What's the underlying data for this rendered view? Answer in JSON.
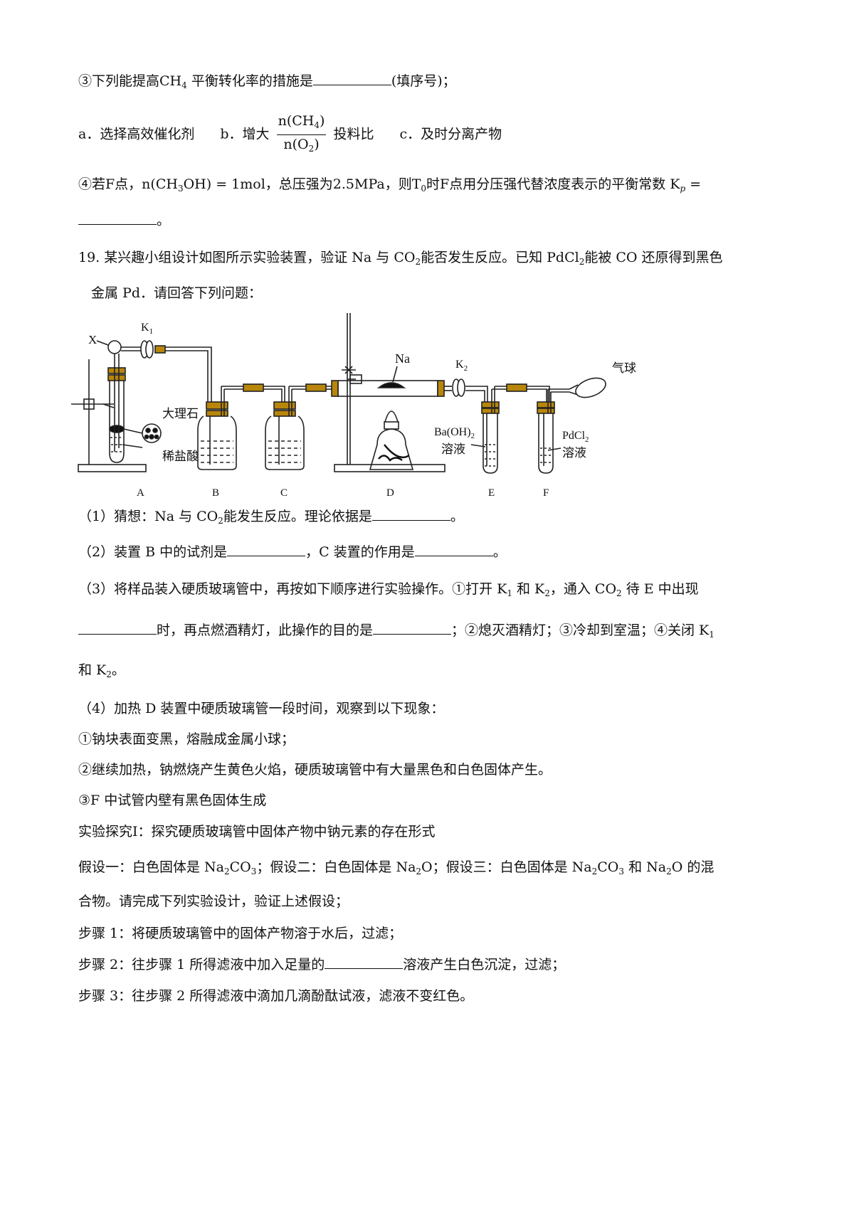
{
  "q18": {
    "item3_text_before": "③下列能提高",
    "item3_species": "CH",
    "item3_species_sub": "4",
    "item3_text_after": "平衡转化率的措施是",
    "item3_suffix": "(填序号)；",
    "option_a": "a．选择高效催化剂",
    "option_b_prefix": "b．增大",
    "option_b_num": "n(CH",
    "option_b_num_sub": "4",
    "option_b_num_close": ")",
    "option_b_den": "n(O",
    "option_b_den_sub": "2",
    "option_b_den_close": ")",
    "option_b_suffix": "投料比",
    "option_c": "c．及时分离产物",
    "item4_text1": "④若F点，n(CH",
    "item4_sub1": "3",
    "item4_text2": "OH) = 1mol，总压强为2.5MPa，则T",
    "item4_sub2": "0",
    "item4_text3": "时F点用分压强代替浓度表示的平衡常数 K",
    "item4_sub3": "p",
    "item4_text4": " =",
    "item4_end": "。"
  },
  "q19": {
    "intro1_a": "19. 某兴趣小组设计如图所示实验装置，验证 Na 与 CO",
    "intro1_sub1": "2",
    "intro1_b": "能否发生反应。已知 PdCl",
    "intro1_sub2": "2",
    "intro1_c": "能被 CO 还原得到黑色",
    "intro2": "金属 Pd．请回答下列问题：",
    "figure": {
      "label_x": "X",
      "label_k1": "K",
      "label_k1_sub": "1",
      "label_marble": "大理石",
      "label_hcl": "稀盐酸",
      "label_na": "Na",
      "label_k2": "K",
      "label_k2_sub": "2",
      "label_balloon": "气球",
      "label_baoh2": "Ba(OH)",
      "label_baoh2_sub": "2",
      "label_solution_e": "溶液",
      "label_pdcl2": "PdCl",
      "label_pdcl2_sub": "2",
      "label_solution_f": "溶液",
      "letters": [
        "A",
        "B",
        "C",
        "D",
        "E",
        "F"
      ]
    },
    "p1_a": "（1）猜想：Na 与 CO",
    "p1_sub": "2",
    "p1_b": "能发生反应。理论依据是",
    "p1_end": "。",
    "p2_a": "（2）装置 B 中的试剂是",
    "p2_b": "，C 装置的作用是",
    "p2_end": "。",
    "p3_a": "（3）将样品装入硬质玻璃管中，再按如下顺序进行实验操作。①打开 K",
    "p3_sub1": "1",
    "p3_b": " 和 K",
    "p3_sub2": "2",
    "p3_c": "，通入 CO",
    "p3_sub3": "2",
    "p3_d": " 待 E 中出现",
    "p3_line2_a": "时，再点燃酒精灯，此操作的目的是",
    "p3_line2_b": "；②熄灭酒精灯；③冷却到室温；④关闭 K",
    "p3_line2_sub": "1",
    "p3_line3_a": "和 K",
    "p3_line3_sub": "2",
    "p3_line3_end": "。",
    "p4": "（4）加热 D 装置中硬质玻璃管一段时间，观察到以下现象：",
    "obs1": "①钠块表面变黑，熔融成金属小球；",
    "obs2": "②继续加热，钠燃烧产生黄色火焰，硬质玻璃管中有大量黑色和白色固体产生。",
    "obs3": "③F 中试管内壁有黑色固体生成",
    "explore": "实验探究Ⅰ：探究硬质玻璃管中固体产物中钠元素的存在形式",
    "hyp_a": "假设一：白色固体是 Na",
    "hyp_sub1": "2",
    "hyp_b": "CO",
    "hyp_sub2": "3",
    "hyp_c": "；假设二：白色固体是 Na",
    "hyp_sub3": "2",
    "hyp_d": "O；假设三：白色固体是 Na",
    "hyp_sub4": "2",
    "hyp_e": "CO",
    "hyp_sub5": "3",
    "hyp_f": " 和 Na",
    "hyp_sub6": "2",
    "hyp_g": "O 的混",
    "hyp_line2": "合物。请完成下列实验设计，验证上述假设；",
    "step1": "步骤 1：将硬质玻璃管中的固体产物溶于水后，过滤；",
    "step2_a": "步骤 2：往步骤 1 所得滤液中加入足量的",
    "step2_b": "溶液产生白色沉淀，过滤；",
    "step3": "步骤 3：往步骤 2 所得滤液中滴加几滴酚酞试液，滤液不变红色。"
  }
}
